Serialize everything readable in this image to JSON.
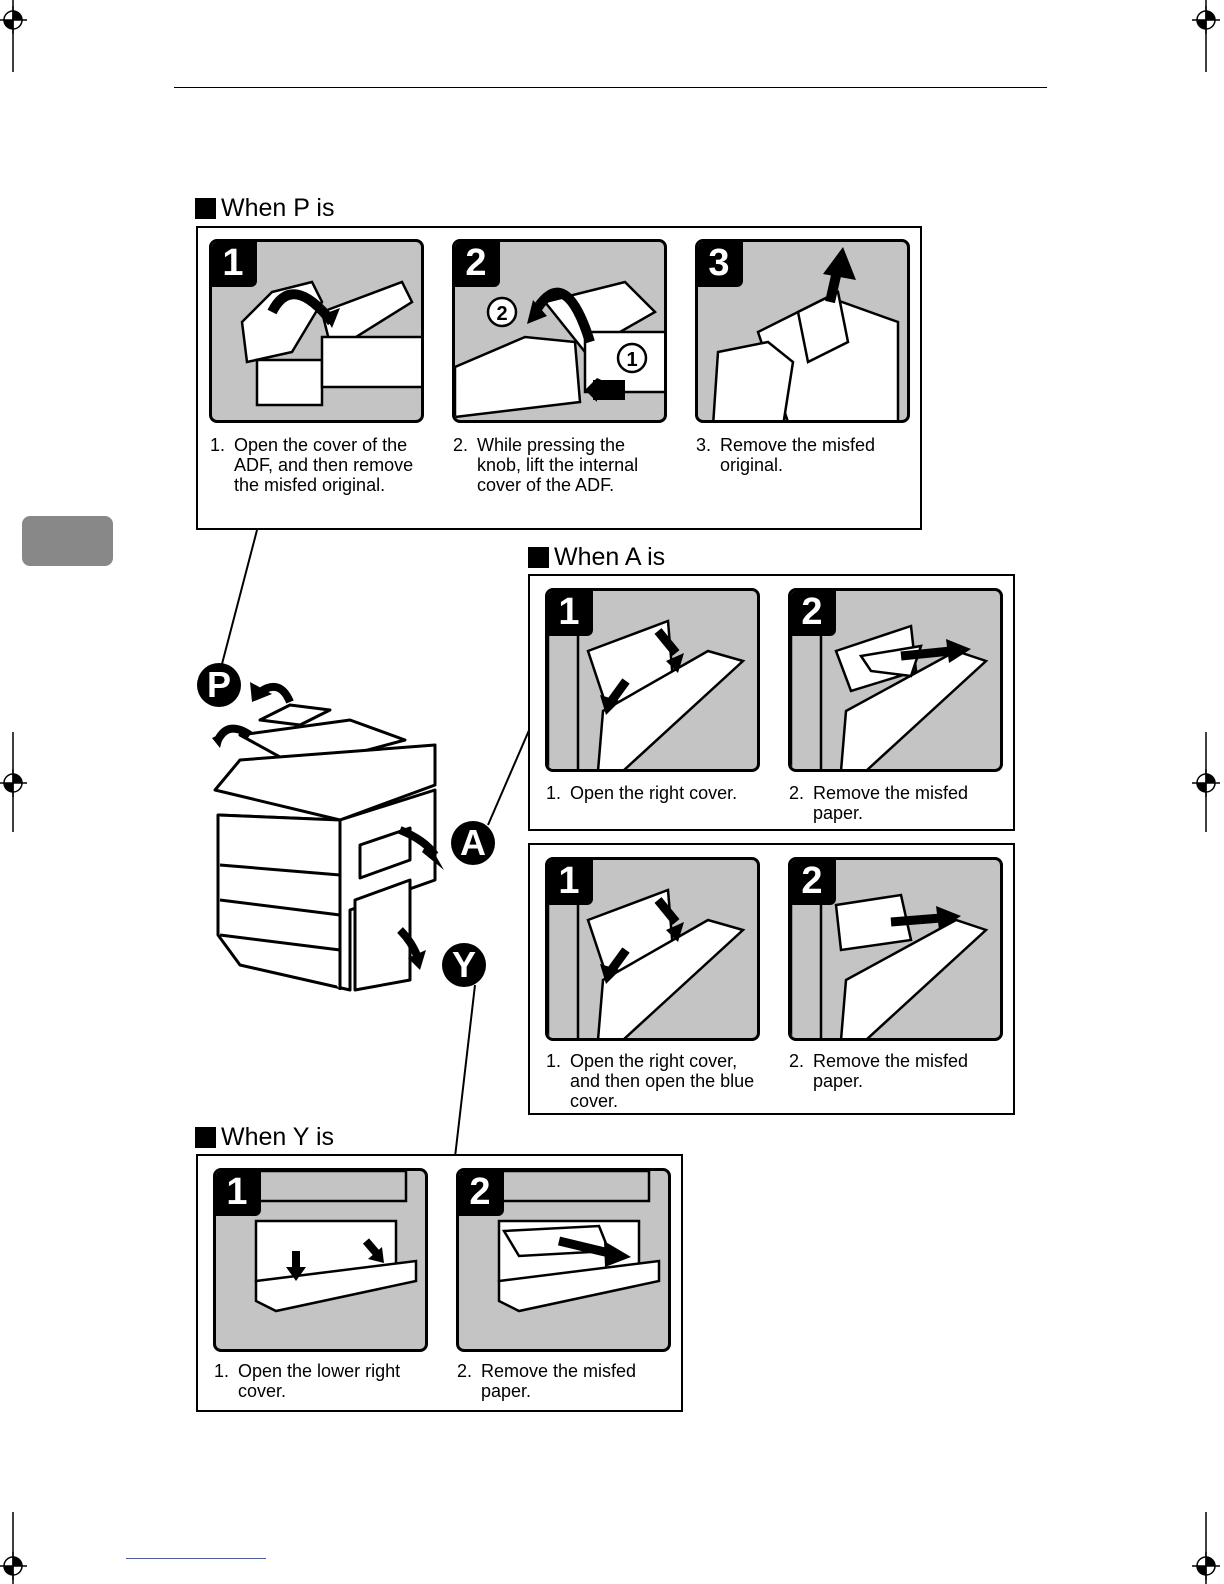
{
  "sections": {
    "p": {
      "title": "When P is",
      "steps": [
        {
          "num": "1",
          "caption_num": "1.",
          "caption": "Open the cover of the ADF, and then remove the misfed original."
        },
        {
          "num": "2",
          "caption_num": "2.",
          "caption": "While pressing the knob, lift the internal cover of the ADF."
        },
        {
          "num": "3",
          "caption_num": "3.",
          "caption": "Remove the misfed original."
        }
      ]
    },
    "a": {
      "title": "When A is",
      "steps": [
        {
          "num": "1",
          "caption_num": "1.",
          "caption": "Open the right cover."
        },
        {
          "num": "2",
          "caption_num": "2.",
          "caption": "Remove the misfed paper."
        }
      ]
    },
    "a2": {
      "steps": [
        {
          "num": "1",
          "caption_num": "1.",
          "caption": "Open the right cover, and then open the blue cover."
        },
        {
          "num": "2",
          "caption_num": "2.",
          "caption": "Remove the misfed paper."
        }
      ]
    },
    "y": {
      "title": "When Y is",
      "steps": [
        {
          "num": "1",
          "caption_num": "1.",
          "caption": "Open the lower right cover."
        },
        {
          "num": "2",
          "caption_num": "2.",
          "caption": "Remove the misfed paper."
        }
      ]
    }
  },
  "callouts": {
    "p": "P",
    "a": "A",
    "y": "Y"
  },
  "step2_markers": {
    "circle1": "1",
    "circle2": "2"
  }
}
